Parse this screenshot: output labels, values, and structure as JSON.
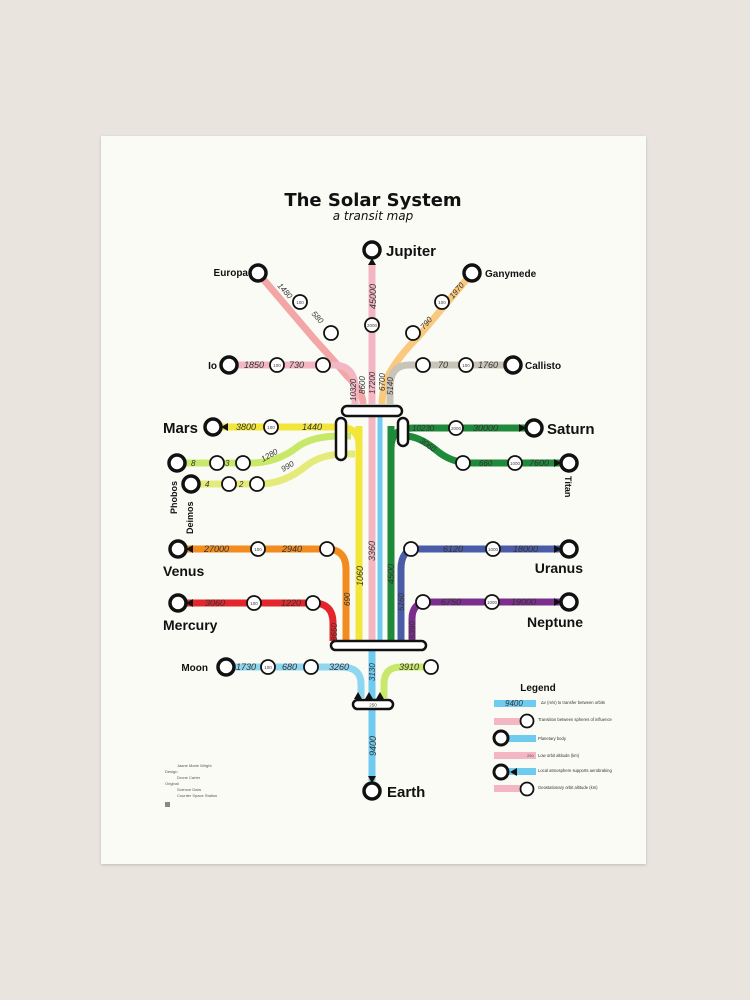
{
  "title": "The Solar System",
  "subtitle": "a transit map",
  "colors": {
    "jupiter": "#f3b7c4",
    "saturn": "#1f8a3a",
    "mars": "#f3e63a",
    "venus": "#f28c1e",
    "mercury": "#e3262b",
    "uranus": "#4a5ca8",
    "neptune": "#7a2f8c",
    "earth": "#6fcbf0",
    "io": "#f3b7c4",
    "europa": "#f3a6a6",
    "ganymede": "#f9c97f",
    "callisto": "#c9c4b8",
    "phobos": "#c8e86a",
    "moon": "#8fd6f0"
  },
  "planets": {
    "jupiter": "Jupiter",
    "europa": "Europa",
    "ganymede": "Ganymede",
    "io": "Io",
    "callisto": "Callisto",
    "mars": "Mars",
    "saturn": "Saturn",
    "phobos": "Phobos",
    "deimos": "Deimos",
    "titan": "Titan",
    "venus": "Venus",
    "uranus": "Uranus",
    "mercury": "Mercury",
    "neptune": "Neptune",
    "moon": "Moon",
    "earth": "Earth"
  },
  "values": {
    "jupiter_top": "45000",
    "jupiter_stop": "2000",
    "europa_a": "1480",
    "europa_stop": "100",
    "europa_b": "580",
    "ganymede_a": "1970",
    "ganymede_b": "790",
    "ganymede_stop": "100",
    "io_a": "1850",
    "io_stop": "100",
    "io_b": "730",
    "callisto_a": "70",
    "callisto_stop": "100",
    "callisto_b": "1760",
    "trunk_io": "10320",
    "trunk_europa": "8600",
    "trunk_jup": "17200",
    "trunk_gan": "6700",
    "trunk_cal": "5140",
    "mars_a": "3800",
    "mars_stop": "100",
    "mars_b": "1440",
    "phobos_a": "8",
    "phobos_b": "3",
    "phobos_c": "1280",
    "deimos_a": "4",
    "deimos_b": "2",
    "deimos_c": "990",
    "saturn_a": "10230",
    "saturn_stop": "2000",
    "saturn_b": "30000",
    "titan_a": "3060",
    "titan_b": "660",
    "titan_stop": "1000",
    "titan_c": "7600",
    "venus_a": "27000",
    "venus_stop": "100",
    "venus_b": "2940",
    "uranus_a": "6120",
    "uranus_stop": "1000",
    "uranus_b": "18000",
    "mercury_a": "3060",
    "mercury_stop": "100",
    "mercury_b": "1220",
    "neptune_a": "6750",
    "neptune_stop": "1000",
    "neptune_b": "19000",
    "v_mars": "3360",
    "v_venus": "1060",
    "v_mercury": "690",
    "v_mercury2": "8650",
    "v_saturn": "4500",
    "v_uranus": "5160",
    "v_neptune": "5390",
    "moon_a": "1730",
    "moon_stop": "100",
    "moon_b": "680",
    "moon_c": "3260",
    "moon_d": "3910",
    "v_moon": "3130",
    "earth_stop": "250",
    "earth_a": "9400"
  },
  "legend": {
    "title": "Legend",
    "sample": "9400",
    "sample2": "250",
    "items": [
      "Δv (m/s) to transfer between orbits",
      "Transition between spheres of influence",
      "Planetary body",
      "Low orbit altitude (km)",
      "Local atmosphere supports aerobraking",
      "Geostationary orbit altitude (km)"
    ]
  },
  "credits": [
    "Jaane Marie Wright",
    "Design",
    "Drone Carter",
    "Original",
    "Science Data",
    "Counter Space Station"
  ]
}
